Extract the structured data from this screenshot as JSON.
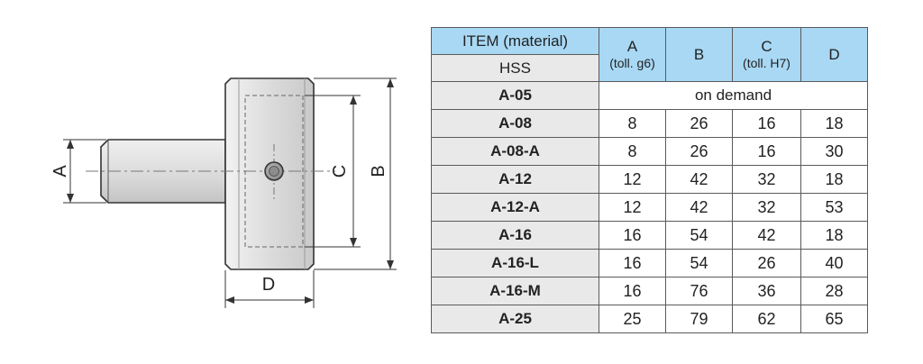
{
  "drawing": {
    "labels": {
      "a": "A",
      "b": "B",
      "c": "C",
      "d": "D"
    }
  },
  "table": {
    "header": {
      "item_label": "ITEM (material)",
      "material": "HSS",
      "columns": [
        {
          "name": "A",
          "sub": "(toll. g6)"
        },
        {
          "name": "B",
          "sub": ""
        },
        {
          "name": "C",
          "sub": "(toll. H7)"
        },
        {
          "name": "D",
          "sub": ""
        }
      ]
    },
    "on_demand_item": "A-05",
    "on_demand_text": "on demand",
    "rows": [
      {
        "item": "A-08",
        "values": [
          "8",
          "26",
          "16",
          "18"
        ]
      },
      {
        "item": "A-08-A",
        "values": [
          "8",
          "26",
          "16",
          "30"
        ]
      },
      {
        "item": "A-12",
        "values": [
          "12",
          "42",
          "32",
          "18"
        ]
      },
      {
        "item": "A-12-A",
        "values": [
          "12",
          "42",
          "32",
          "53"
        ]
      },
      {
        "item": "A-16",
        "values": [
          "16",
          "54",
          "42",
          "18"
        ]
      },
      {
        "item": "A-16-L",
        "values": [
          "16",
          "54",
          "26",
          "40"
        ]
      },
      {
        "item": "A-16-M",
        "values": [
          "16",
          "76",
          "36",
          "28"
        ]
      },
      {
        "item": "A-25",
        "values": [
          "25",
          "79",
          "62",
          "65"
        ]
      }
    ]
  }
}
